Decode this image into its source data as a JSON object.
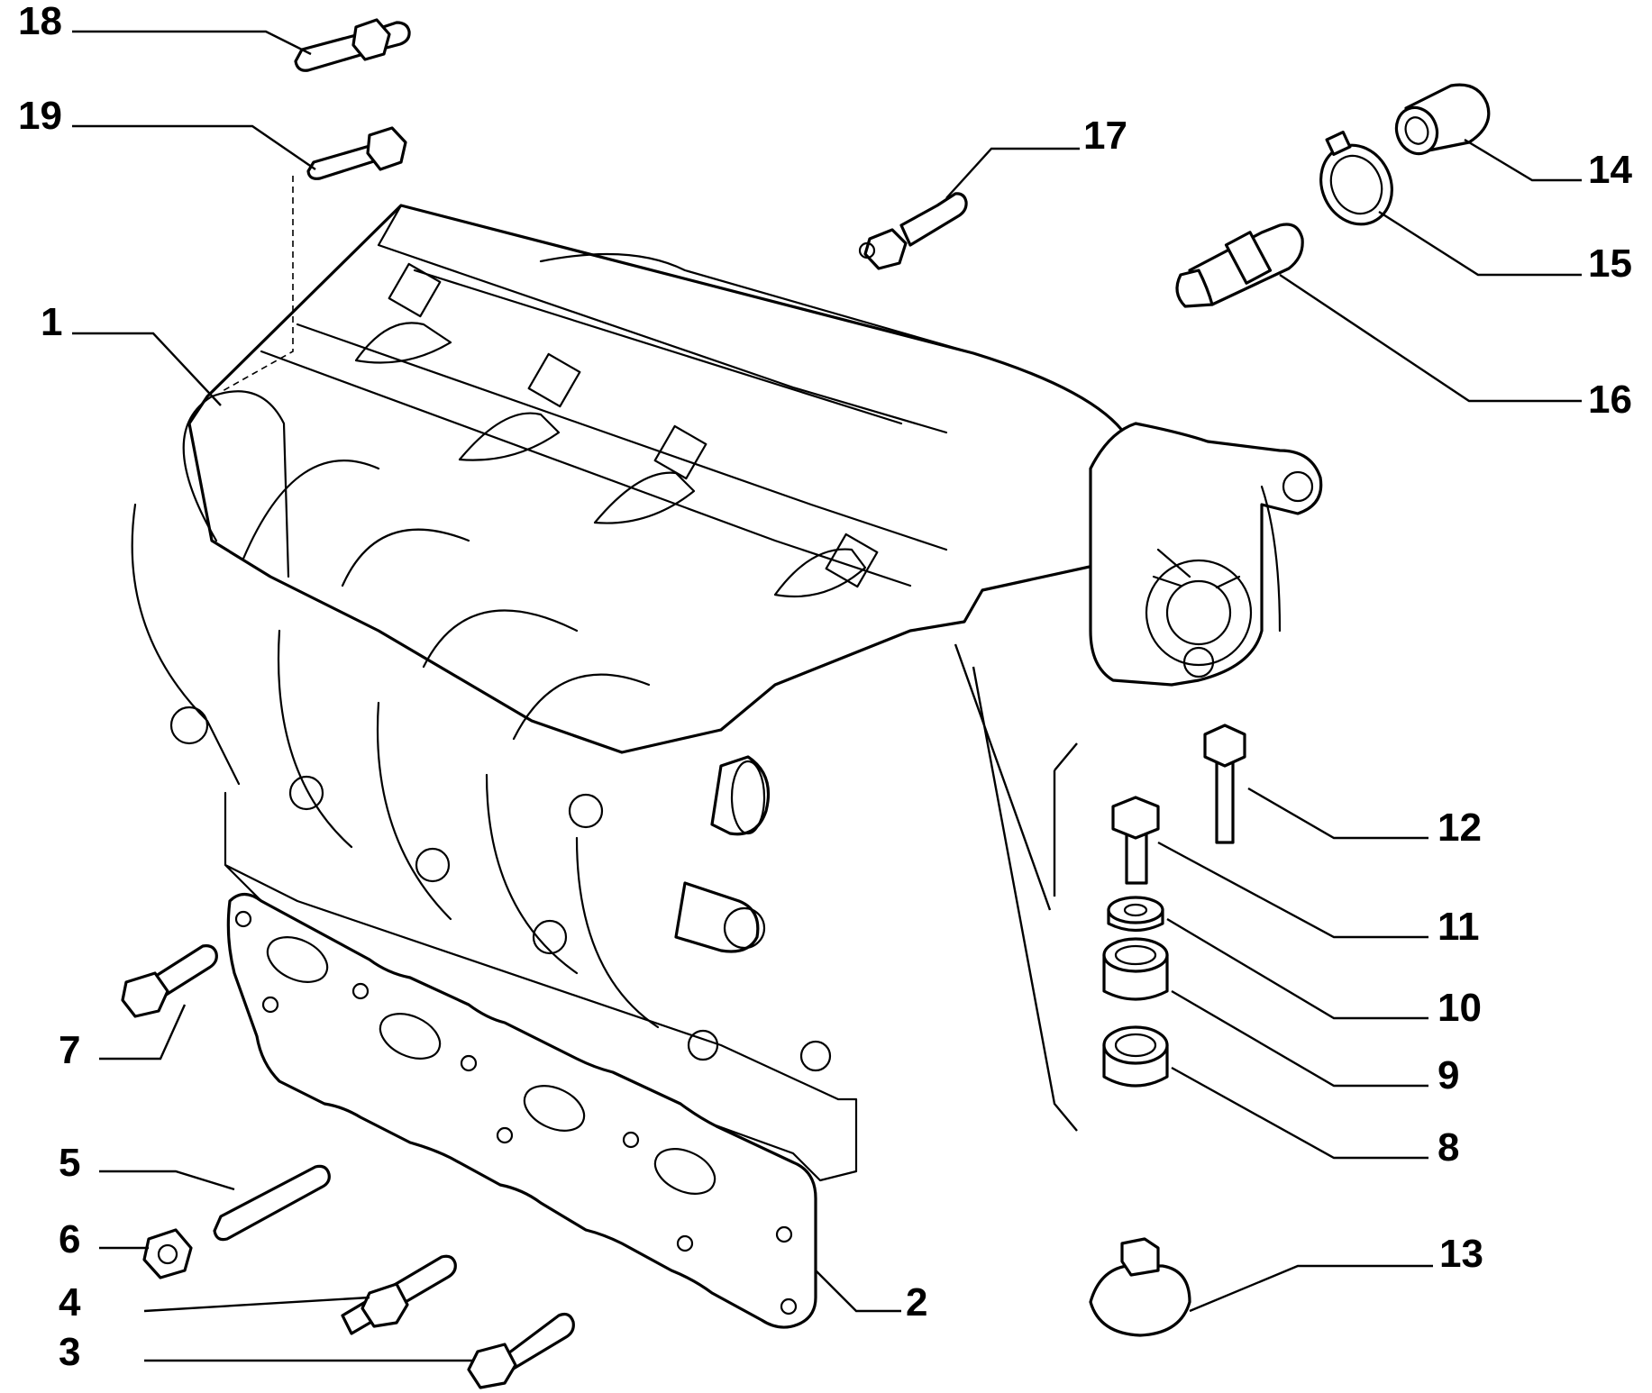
{
  "labels": {
    "p1": "1",
    "p2": "2",
    "p3": "3",
    "p4": "4",
    "p5": "5",
    "p6": "6",
    "p7": "7",
    "p8": "8",
    "p9": "9",
    "p10": "10",
    "p11": "11",
    "p12": "12",
    "p13": "13",
    "p14": "14",
    "p15": "15",
    "p16": "16",
    "p17": "17",
    "p18": "18",
    "p19": "19"
  },
  "colors": {
    "line": "#000000",
    "background": "#ffffff"
  }
}
